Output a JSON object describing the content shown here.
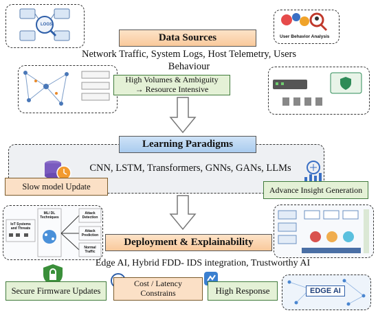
{
  "data_sources": {
    "title": "Data Sources",
    "subtitle_line1": "Network Traffic, System Logs, Host Telemetry, Users",
    "subtitle_line2": "Behaviour",
    "ambiguity_line1": "High Volumes & Ambiguity",
    "ambiguity_line2": "→ Resource Intensive",
    "logs_label": "LOGS",
    "uba_label": "User Behavior Analysis"
  },
  "learning": {
    "title": "Learning Paradigms",
    "models": "CNN, LSTM, Transformers, GNNs, GANs, LLMs",
    "slow_update": "Slow model Update",
    "insight": "Advance Insight Generation"
  },
  "deployment": {
    "title": "Deployment & Explainability",
    "integration": "Edge AI, Hybrid FDD- IDS integration, Trustworthy AI",
    "firmware": "Secure Firmware Updates",
    "cost_line1": "Cost / Latency",
    "cost_line2": "Constrains",
    "response": "High Response",
    "edge_ai": "EDGE AI",
    "flow_iot": "IoT Systems and Threats",
    "flow_ml": "ML/ DL Techniques",
    "flow_attack_detection": "Attack Detection",
    "flow_attack_prediction": "Attack Prediction",
    "flow_normal": "Normal Traffic"
  },
  "colors": {
    "orange": "#f9c99b",
    "blue": "#a9cbee",
    "green": "#e4f1d6"
  }
}
